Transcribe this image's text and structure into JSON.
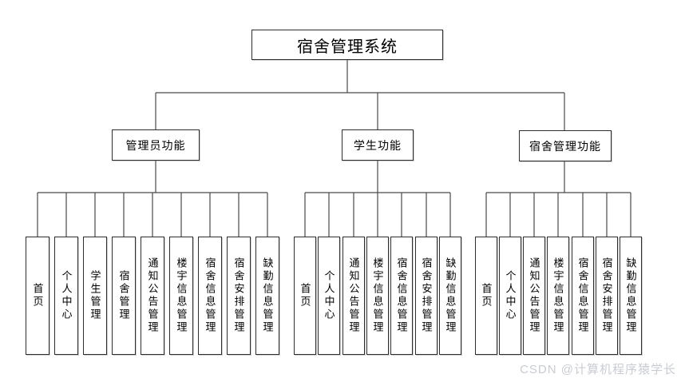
{
  "watermark": "CSDN @计算机程序猿学长",
  "colors": {
    "background": "#ffffff",
    "line": "#4a4a4a",
    "box_border": "#2e2e2e",
    "box_fill": "#ffffff",
    "watermark_text": "#c9ccd3"
  },
  "tree": {
    "root": "宿舍管理系统",
    "groups": [
      {
        "label": "管理员功能",
        "children": [
          "首页",
          "个人中心",
          "学生管理",
          "宿舍管理",
          "通知公告管理",
          "楼宇信息管理",
          "宿舍信息管理",
          "宿舍安排管理",
          "缺勤信息管理"
        ]
      },
      {
        "label": "学生功能",
        "children": [
          "首页",
          "个人中心",
          "通知公告管理",
          "楼宇信息管理",
          "宿舍信息管理",
          "宿舍安排管理",
          "缺勤信息管理"
        ]
      },
      {
        "label": "宿舍管理功能",
        "children": [
          "首页",
          "个人中心",
          "通知公告管理",
          "楼宇信息管理",
          "宿舍信息管理",
          "宿舍安排管理",
          "缺勤信息管理"
        ]
      }
    ]
  }
}
